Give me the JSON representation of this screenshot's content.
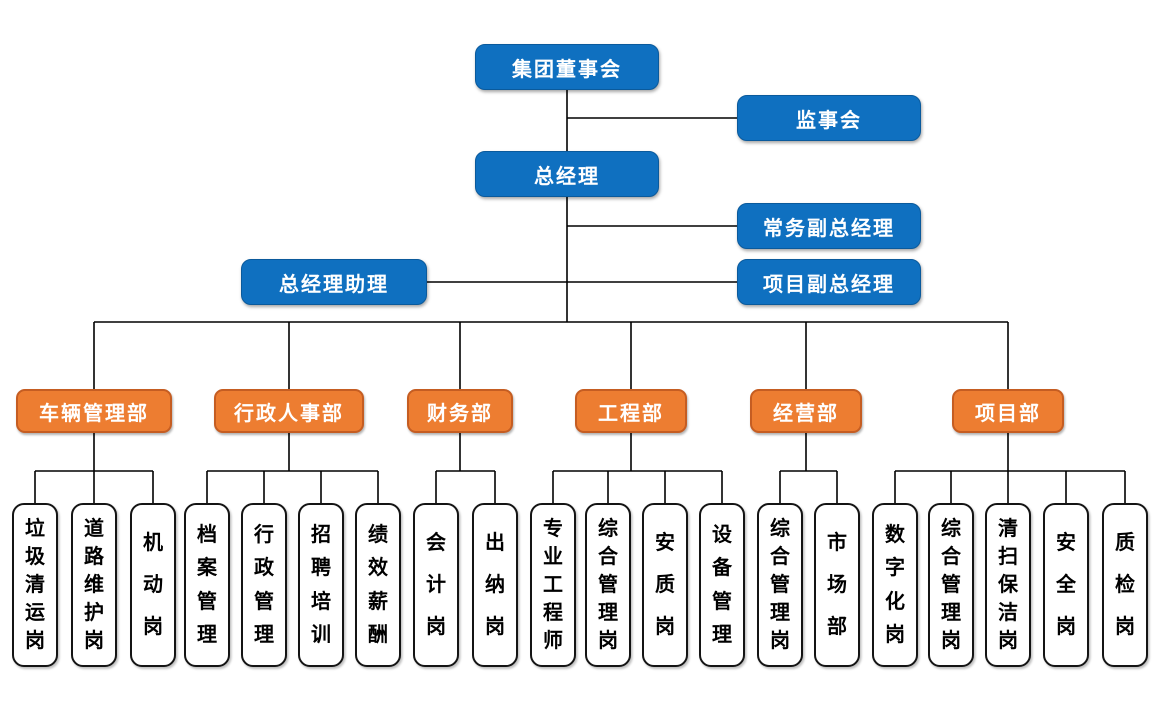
{
  "nodes": {
    "board": {
      "label": "集团董事会"
    },
    "supervisory": {
      "label": "监事会"
    },
    "gm": {
      "label": "总经理"
    },
    "exec_deputy_gm": {
      "label": "常务副总经理"
    },
    "gm_assistant": {
      "label": "总经理助理"
    },
    "project_deputy_gm": {
      "label": "项目副总经理"
    }
  },
  "departments": [
    {
      "label": "车辆管理部",
      "children": [
        "垃圾清运岗",
        "道路维护岗",
        "机动岗"
      ]
    },
    {
      "label": "行政人事部",
      "children": [
        "档案管理",
        "行政管理",
        "招聘培训",
        "绩效薪酬"
      ]
    },
    {
      "label": "财务部",
      "children": [
        "会计岗",
        "出纳岗"
      ]
    },
    {
      "label": "工程部",
      "children": [
        "专业工程师",
        "综合管理岗",
        "安质岗",
        "设备管理"
      ]
    },
    {
      "label": "经营部",
      "children": [
        "综合管理岗",
        "市场部"
      ]
    },
    {
      "label": "项目部",
      "children": [
        "数字化岗",
        "综合管理岗",
        "清扫保洁岗",
        "安全岗",
        "质检岗"
      ]
    }
  ],
  "colors": {
    "executive_fill": "#0f70c0",
    "department_fill": "#ed7d31",
    "department_border": "#c55d22",
    "position_fill": "#ffffff",
    "position_border": "#141414",
    "connector": "#000000",
    "background": "#ffffff"
  }
}
